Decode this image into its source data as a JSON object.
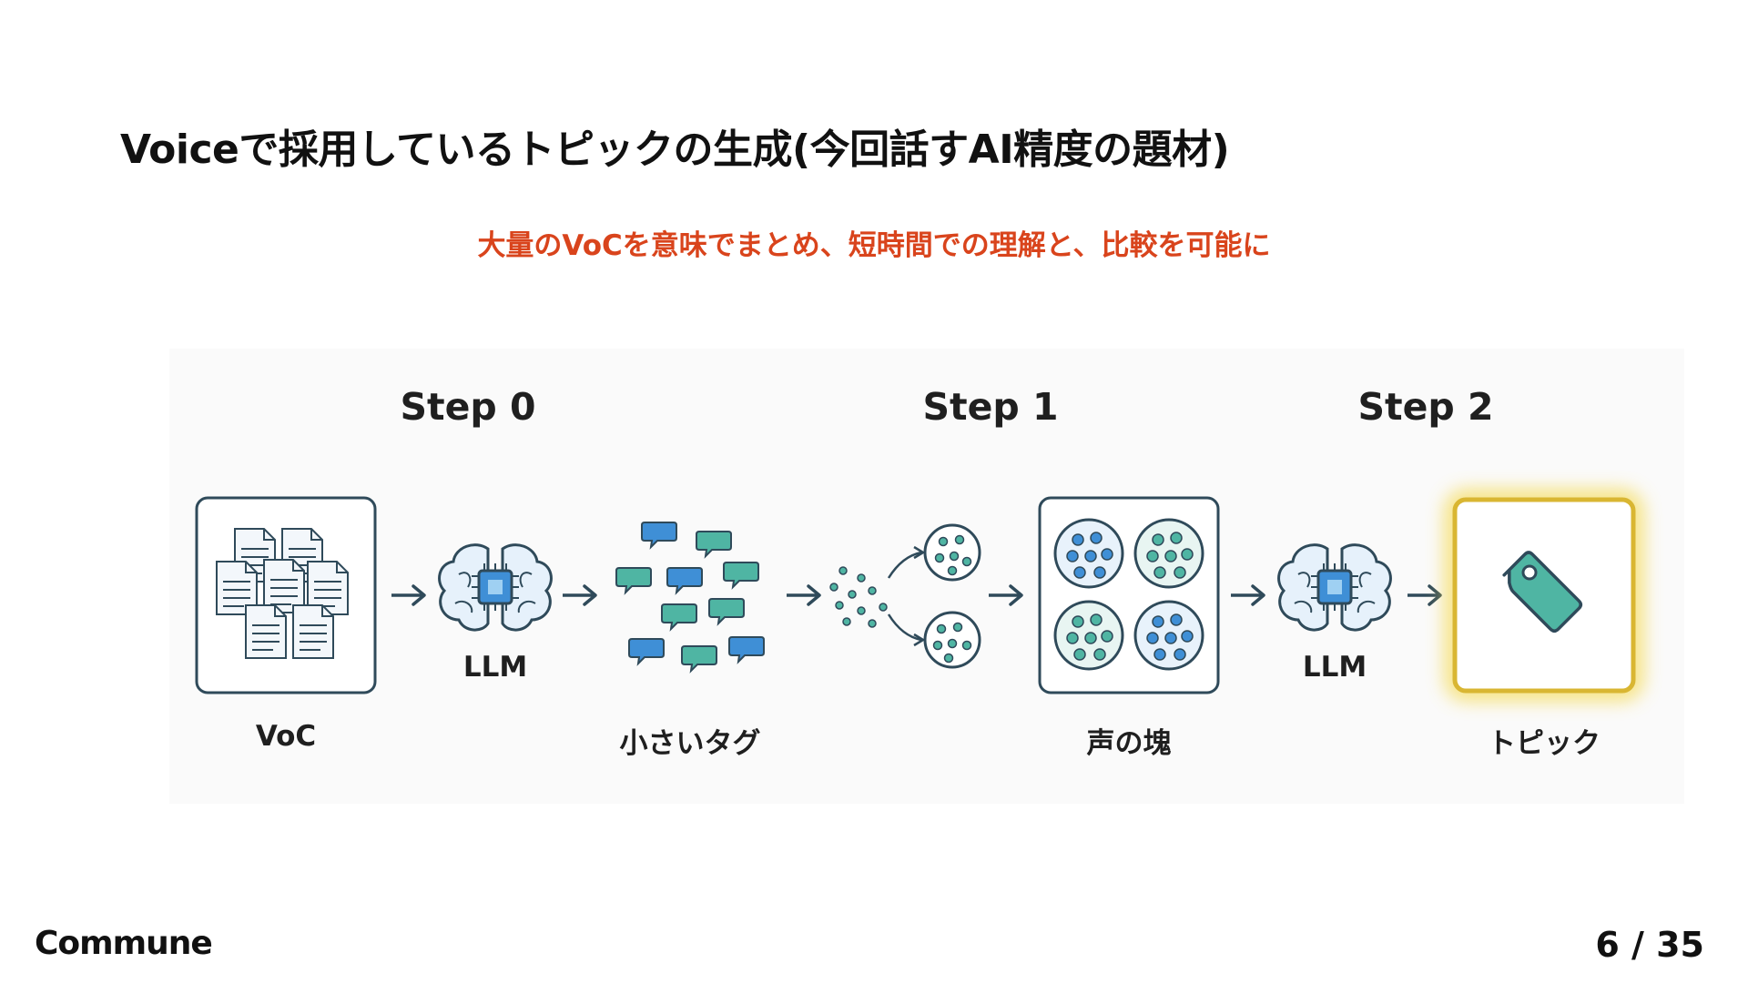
{
  "slide": {
    "title": "Voiceで採用しているトピックの生成(今回話すAI精度の題材)",
    "subtitle": "大量のVoCを意味でまとめ、短時間での理解と、比較を可能に",
    "subtitle_color": "#d9441c"
  },
  "diagram": {
    "steps": [
      "Step 0",
      "Step 1",
      "Step 2"
    ],
    "nodes": {
      "voc": "VoC",
      "llm_1": "LLM",
      "tags": "小さいタグ",
      "clusters": "声の塊",
      "llm_2": "LLM",
      "topic": "トピック"
    },
    "colors": {
      "stroke": "#2f4a5a",
      "teal": "#4fb5a3",
      "blue": "#3f8fd6",
      "gold": "#d9b632"
    }
  },
  "footer": {
    "brand": "Commune",
    "page": "6 / 35"
  }
}
